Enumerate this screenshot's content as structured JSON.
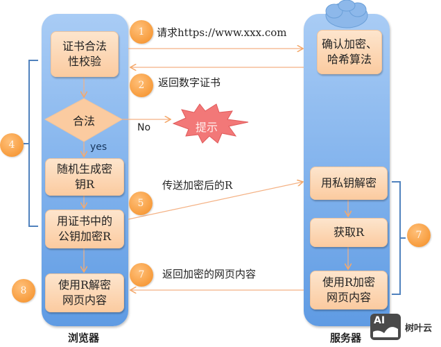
{
  "browser": {
    "title": "浏览器",
    "boxes": [
      {
        "id": "verify",
        "label": "证书合法\n性校验"
      },
      {
        "id": "decision",
        "label": "合法"
      },
      {
        "id": "generate",
        "label": "随机生成密\n钥R"
      },
      {
        "id": "encrypt",
        "label": "用证书中的\n公钥加密R"
      },
      {
        "id": "decrypt_page",
        "label": "使用R解密\n网页内容"
      }
    ],
    "yes_label": "yes",
    "no_label": "No",
    "alert_label": "提示"
  },
  "server": {
    "title": "服务器",
    "boxes": [
      {
        "id": "confirm",
        "label": "确认加密、\n哈希算法"
      },
      {
        "id": "private_decrypt",
        "label": "用私钥解密"
      },
      {
        "id": "get_r",
        "label": "获取R"
      },
      {
        "id": "encrypt_page",
        "label": "使用R加密\n网页内容"
      }
    ]
  },
  "steps": [
    {
      "num": "1",
      "label": "请求https://www.xxx.com"
    },
    {
      "num": "2",
      "label": "返回数字证书"
    },
    {
      "num": "4",
      "label": ""
    },
    {
      "num": "5",
      "label": "传送加密后的R"
    },
    {
      "num": "7",
      "label": "返回加密的网页内容"
    },
    {
      "num": "7",
      "label": ""
    },
    {
      "num": "8",
      "label": ""
    }
  ],
  "watermark": {
    "logo": "AI",
    "text": "树叶云"
  },
  "colors": {
    "column_blue": "#7fb1ec",
    "box_peach": "#fbcba0",
    "circle_orange": "#f79c3d",
    "arrow_orange": "#f4b183",
    "bracket_blue": "#4f81bd",
    "star_red": "#f07070"
  }
}
